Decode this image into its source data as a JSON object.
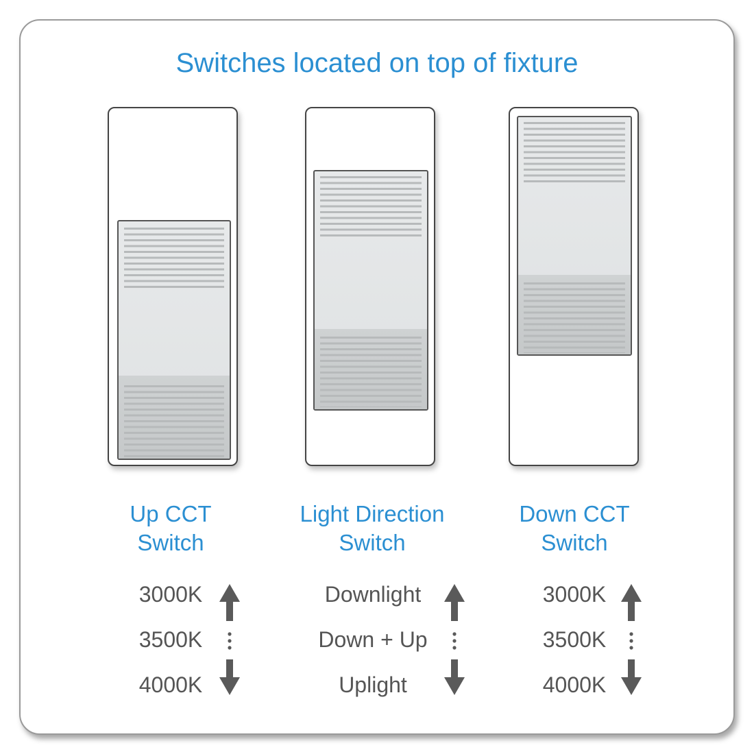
{
  "title": "Switches located on top of fixture",
  "switches": [
    {
      "label_line1": "Up CCT",
      "label_line2": "Switch",
      "options": [
        "3000K",
        "3500K",
        "4000K"
      ],
      "position": "down"
    },
    {
      "label_line1": "Light Direction",
      "label_line2": "Switch",
      "options": [
        "Downlight",
        "Down + Up",
        "Uplight"
      ],
      "position": "middle"
    },
    {
      "label_line1": "Down CCT",
      "label_line2": "Switch",
      "options": [
        "3000K",
        "3500K",
        "4000K"
      ],
      "position": "up"
    }
  ],
  "colors": {
    "accent": "#2b8fd2",
    "text": "#555555",
    "arrow": "#5a5a5a"
  }
}
